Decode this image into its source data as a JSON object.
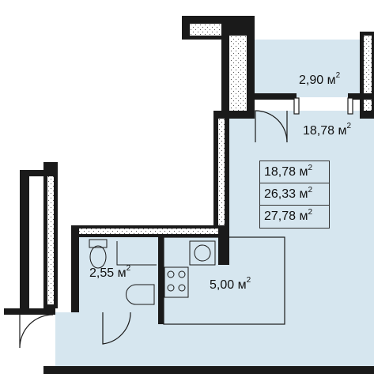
{
  "floor_plan": {
    "unit": "м",
    "rooms": [
      {
        "id": "balcony",
        "area": "2,90"
      },
      {
        "id": "living-room",
        "area": "18,78"
      },
      {
        "id": "bathroom",
        "area": "2,55"
      },
      {
        "id": "kitchen",
        "area": "5,00"
      }
    ],
    "summary": {
      "living_area": "18,78",
      "total_area": "26,33",
      "total_with_balcony": "27,78"
    }
  },
  "colors": {
    "room_fill": "#d6e6ef",
    "wall": "#1a1a1a",
    "wall_hatch": "#ffffff"
  }
}
